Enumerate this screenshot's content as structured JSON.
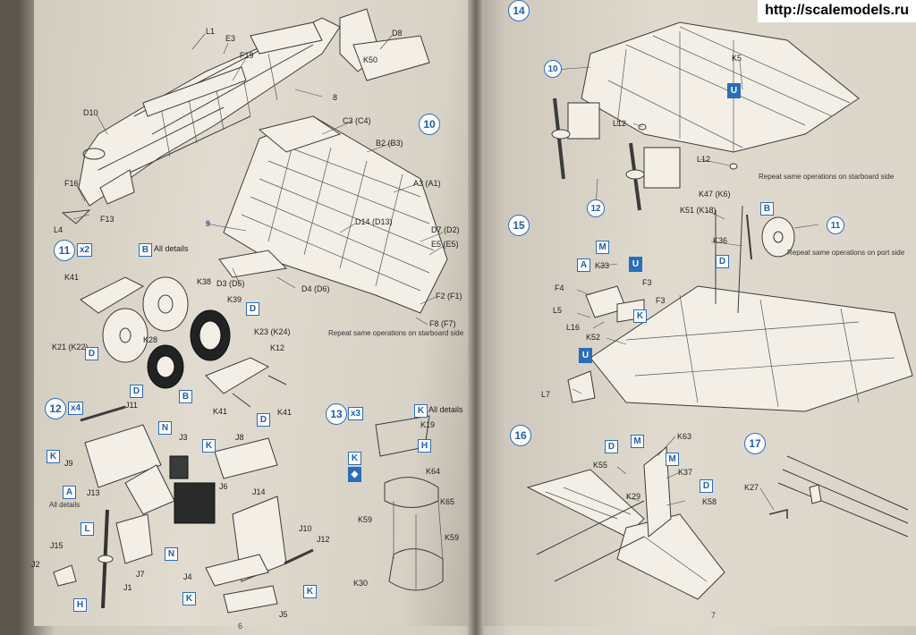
{
  "watermark": "http://scalemodels.ru",
  "page_left": {
    "page_number": "6",
    "steps": [
      {
        "number": "10"
      },
      {
        "number": "11",
        "multiplier": "x2",
        "tag": "B",
        "note": "All details"
      },
      {
        "number": "12",
        "multiplier": "x4"
      },
      {
        "number": "13",
        "multiplier": "x3",
        "tag": "K",
        "note": "All details"
      }
    ],
    "repeat_note": "Repeat same operations on starboard side",
    "a_note": "All details",
    "part_labels": [
      "L1",
      "E3",
      "F19",
      "D8",
      "K50",
      "8",
      "D10",
      "C3 (C4)",
      "B2 (B3)",
      "A3 (A1)",
      "F16",
      "L4",
      "F13",
      "9",
      "D14 (D13)",
      "D7 (D2)",
      "E5 (E5)",
      "D3 (D5)",
      "D4 (D6)",
      "F2 (F1)",
      "F8 (F7)",
      "K41",
      "K38",
      "K39",
      "K21 (K22)",
      "K28",
      "K23 (K24)",
      "K12",
      "K41",
      "K41",
      "J11",
      "J9",
      "J13",
      "J3",
      "J8",
      "J6",
      "J14",
      "J10",
      "J12",
      "J15",
      "J2",
      "J7",
      "J1",
      "J4",
      "J5",
      "K19",
      "K64",
      "K65",
      "K59",
      "K59",
      "K30"
    ],
    "tags": [
      "B",
      "D",
      "D",
      "D",
      "B",
      "D",
      "K",
      "N",
      "K",
      "A",
      "L",
      "N",
      "K",
      "H",
      "K",
      "H"
    ]
  },
  "page_right": {
    "page_number": "7",
    "steps": [
      {
        "number": "14"
      },
      {
        "number": "15"
      },
      {
        "number": "16"
      },
      {
        "number": "17"
      }
    ],
    "notes": [
      "Repeat same operations on starboard side",
      "Repeat same operations on port side"
    ],
    "part_labels": [
      "10",
      "K5",
      "L12",
      "L12",
      "12",
      "K47 (K6)",
      "K51 (K18)",
      "11",
      "K36",
      "K33",
      "F4",
      "F3",
      "F3",
      "L5",
      "L16",
      "K52",
      "L7",
      "K63",
      "K55",
      "K37",
      "K29",
      "K58",
      "K27"
    ],
    "tags": [
      "B",
      "D",
      "M",
      "A",
      "K",
      "D",
      "M",
      "M",
      "D"
    ]
  }
}
